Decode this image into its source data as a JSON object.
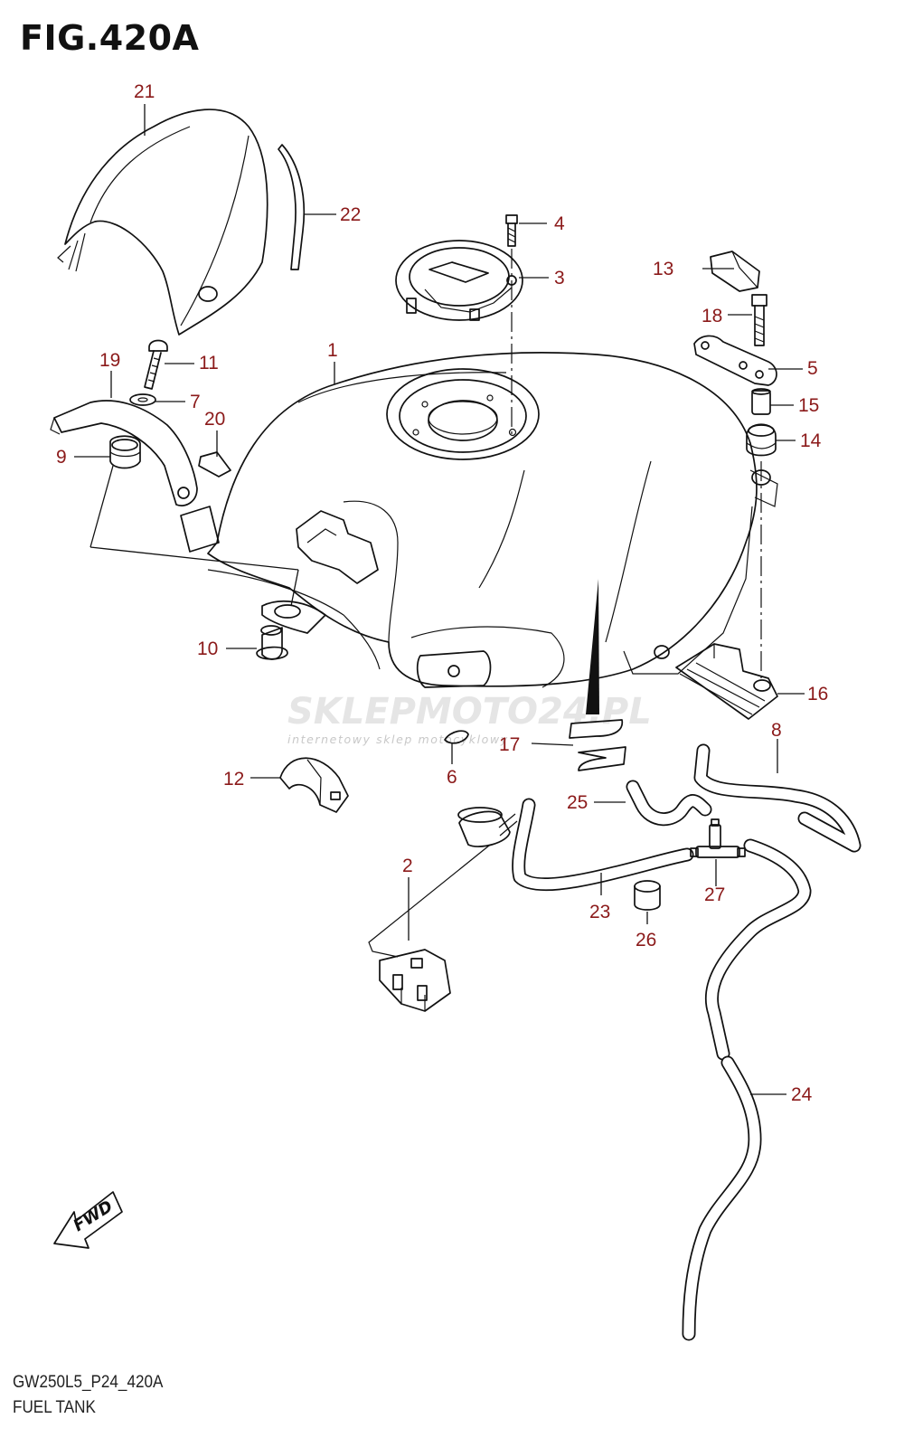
{
  "figure": {
    "title": "FIG.420A",
    "code": "GW250L5_P24_420A",
    "name": "FUEL TANK"
  },
  "watermark": {
    "brand": "SKLEPMOTO24.PL",
    "tagline": "internetowy sklep motocyklowy"
  },
  "fwd_label": "FWD",
  "colors": {
    "callout": "#8b1a1a",
    "line": "#111111",
    "watermark": "#d8d8d8"
  },
  "callouts": [
    {
      "id": "c1",
      "label": "1"
    },
    {
      "id": "c2",
      "label": "2"
    },
    {
      "id": "c3",
      "label": "3"
    },
    {
      "id": "c4",
      "label": "4"
    },
    {
      "id": "c5",
      "label": "5"
    },
    {
      "id": "c6",
      "label": "6"
    },
    {
      "id": "c7",
      "label": "7"
    },
    {
      "id": "c8",
      "label": "8"
    },
    {
      "id": "c9",
      "label": "9"
    },
    {
      "id": "c10",
      "label": "10"
    },
    {
      "id": "c11",
      "label": "11"
    },
    {
      "id": "c12",
      "label": "12"
    },
    {
      "id": "c13",
      "label": "13"
    },
    {
      "id": "c14",
      "label": "14"
    },
    {
      "id": "c15",
      "label": "15"
    },
    {
      "id": "c16",
      "label": "16"
    },
    {
      "id": "c17",
      "label": "17"
    },
    {
      "id": "c18",
      "label": "18"
    },
    {
      "id": "c19",
      "label": "19"
    },
    {
      "id": "c20",
      "label": "20"
    },
    {
      "id": "c21",
      "label": "21"
    },
    {
      "id": "c22",
      "label": "22"
    },
    {
      "id": "c23",
      "label": "23"
    },
    {
      "id": "c24",
      "label": "24"
    },
    {
      "id": "c25",
      "label": "25"
    },
    {
      "id": "c26",
      "label": "26"
    },
    {
      "id": "c27",
      "label": "27"
    }
  ]
}
